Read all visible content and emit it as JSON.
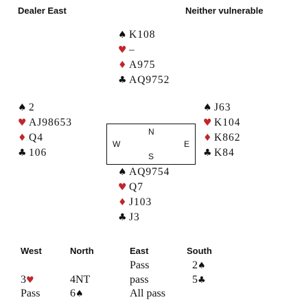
{
  "header": {
    "dealer": "Dealer East",
    "vulnerability": "Neither vulnerable"
  },
  "colors": {
    "red_suit": "#c0272d",
    "black_suit": "#111111"
  },
  "north": {
    "spades": "K108",
    "hearts": "–",
    "diamonds": "A975",
    "clubs": "AQ9752"
  },
  "west": {
    "spades": "2",
    "hearts": "AJ98653",
    "diamonds": "Q4",
    "clubs": "106"
  },
  "east": {
    "spades": "J63",
    "hearts": "K104",
    "diamonds": "K862",
    "clubs": "K84"
  },
  "south": {
    "spades": "AQ9754",
    "hearts": "Q7",
    "diamonds": "J103",
    "clubs": "J3"
  },
  "compass": {
    "n": "N",
    "w": "W",
    "e": "E",
    "s": "S"
  },
  "auction": {
    "headers": {
      "west": "West",
      "north": "North",
      "east": "East",
      "south": "South"
    },
    "west": [
      "",
      "3",
      "Pass"
    ],
    "north": [
      "",
      "4NT",
      "6"
    ],
    "east": [
      "Pass",
      "pass",
      "All pass"
    ],
    "south": [
      "2",
      "5",
      ""
    ]
  }
}
